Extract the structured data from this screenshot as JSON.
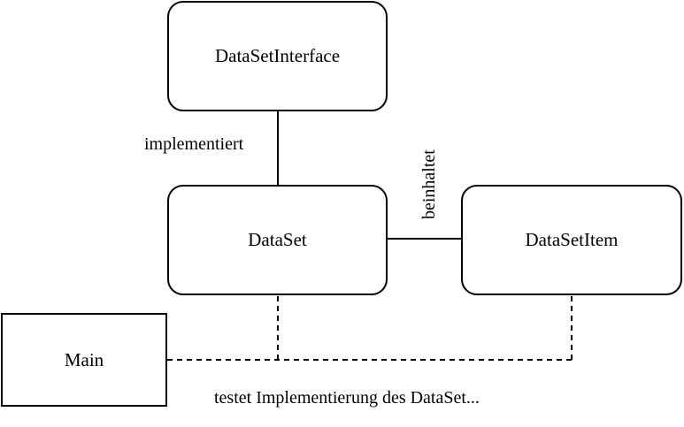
{
  "diagram": {
    "nodes": [
      {
        "id": "interface",
        "label": "DataSetInterface",
        "shape": "rounded-rectangle"
      },
      {
        "id": "dataset",
        "label": "DataSet",
        "shape": "rounded-rectangle"
      },
      {
        "id": "item",
        "label": "DataSetItem",
        "shape": "rounded-rectangle"
      },
      {
        "id": "main",
        "label": "Main",
        "shape": "rectangle"
      }
    ],
    "edges": [
      {
        "from": "dataset",
        "to": "interface",
        "style": "solid",
        "label": "implementiert"
      },
      {
        "from": "dataset",
        "to": "item",
        "style": "solid",
        "label": "beinhaltet"
      },
      {
        "from": "main",
        "to": [
          "dataset",
          "item"
        ],
        "style": "dashed",
        "label": "testet Implementierung des DataSet..."
      }
    ]
  },
  "colors": {
    "line": "#000000",
    "node_fill": "#ffffff",
    "background": "#ffffff"
  }
}
